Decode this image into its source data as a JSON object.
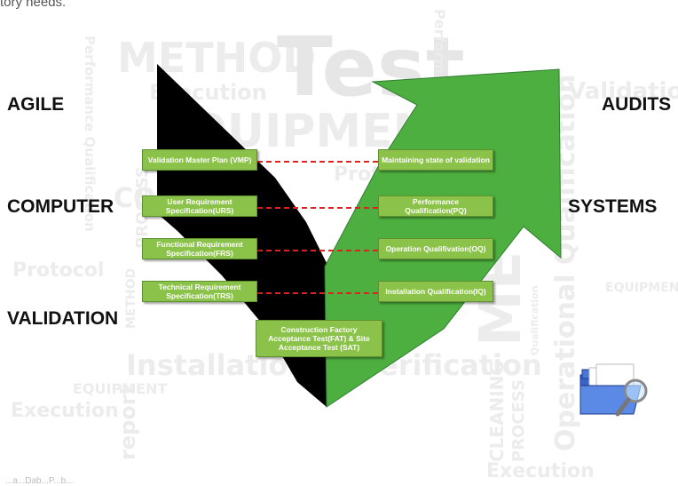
{
  "intro_fragment": "tory needs.",
  "watermarks": {
    "method": "METHOD",
    "test": "Test",
    "execution_top": "Execution",
    "equipment_big": "EQUIPMENT",
    "protocol_mid": "Proto",
    "validation_right": "Validation",
    "performance_top": "Performance",
    "performance_qual": "Performance Qualification",
    "protocol_left": "Protocol",
    "process": "PROCESS",
    "method_v": "METHOD",
    "installation": "Installation",
    "verification": "Verification",
    "equipment_small": "EQUIPMENT",
    "execution_left": "Execution",
    "report": "report",
    "cleaning": "CLEANING",
    "process_r": "PROCESS",
    "operational": "Operational Qualification",
    "qualification_small": "Qualification",
    "equipment_right": "EQUIPMENT",
    "execution_bottom": "Execution",
    "me": "ME",
    "co": "CO"
  },
  "side_labels": {
    "agile": "AGILE",
    "computer": "COMPUTER",
    "validation": "VALIDATION",
    "audits": "AUDITS",
    "systems": "SYSTEMS"
  },
  "left_boxes": [
    "Validation Master Plan (VMP)",
    "User Requirement Specification(URS)",
    "Functional Requirement Specification(FRS)",
    "Technical Requirement Specification(TRS)"
  ],
  "right_boxes": [
    "Maintaining state of validation",
    "Performance Qualification(PQ)",
    "Operation Qualifivation(OQ)",
    "Installation Qualification(IQ)"
  ],
  "bottom_box": "Construction Factory Acceptance Test(FAT) & Site Acceptance Test (SAT)",
  "caption_fragment": "...a...Dab...P...b...",
  "colors": {
    "black_arm": "#000000",
    "green_arm": "#4caf3f",
    "box_fill": "#8bc34a",
    "dash_line": "#dd2222"
  },
  "icons": [
    "folder-magnifier-icon"
  ]
}
